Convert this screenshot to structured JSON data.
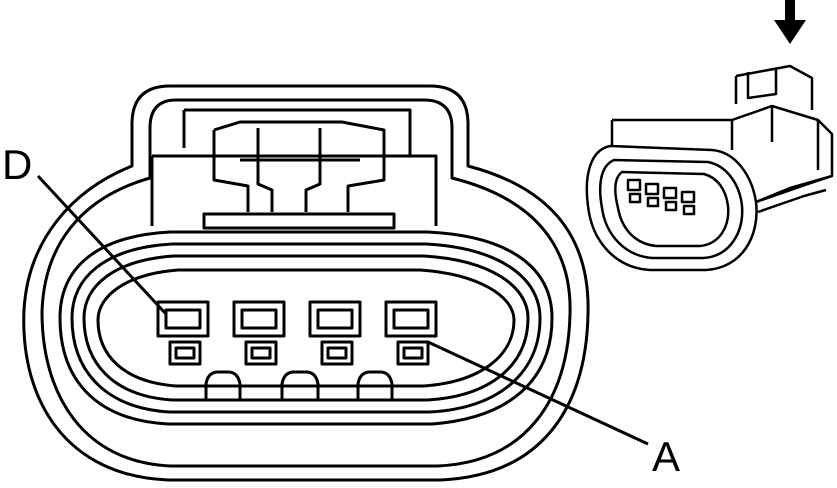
{
  "diagram": {
    "type": "connector-pinout",
    "callouts": [
      {
        "id": "D",
        "text": "D"
      },
      {
        "id": "A",
        "text": "A"
      }
    ],
    "terminal_cavities": 4,
    "stroke_color": "#000000",
    "fill_color": "#ffffff",
    "icons": {
      "view_direction": "down-arrow-icon",
      "connector_iso": "connector-isometric-icon"
    }
  }
}
